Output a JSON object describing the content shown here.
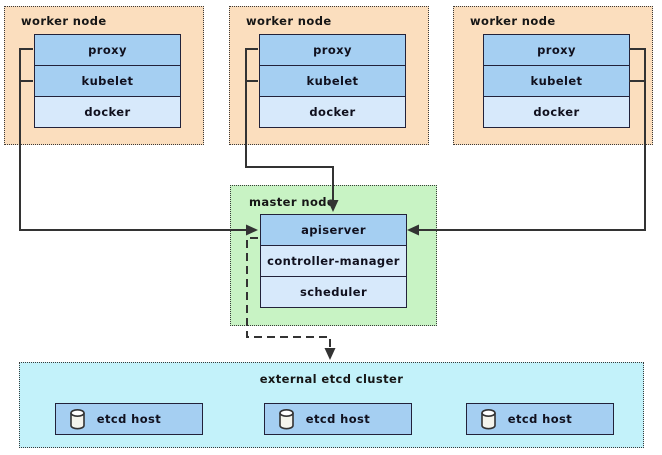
{
  "diagram": {
    "workers": [
      {
        "label": "worker node",
        "components": [
          "proxy",
          "kubelet",
          "docker"
        ]
      },
      {
        "label": "worker node",
        "components": [
          "proxy",
          "kubelet",
          "docker"
        ]
      },
      {
        "label": "worker node",
        "components": [
          "proxy",
          "kubelet",
          "docker"
        ]
      }
    ],
    "master": {
      "label": "master node",
      "components": [
        "apiserver",
        "controller-manager",
        "scheduler"
      ]
    },
    "etcd": {
      "label": "external etcd cluster",
      "hosts": [
        "etcd host",
        "etcd host",
        "etcd host"
      ],
      "host_icon": "database-cylinder-icon"
    },
    "colors": {
      "worker_bg": "#FBDEBE",
      "master_bg": "#C8F3C4",
      "etcd_bg": "#C3F2FA",
      "component_primary": "#A5CFF2",
      "component_secondary": "#D7E9FB",
      "box_border": "#22223A",
      "line": "#333333",
      "text": "#111111"
    }
  }
}
